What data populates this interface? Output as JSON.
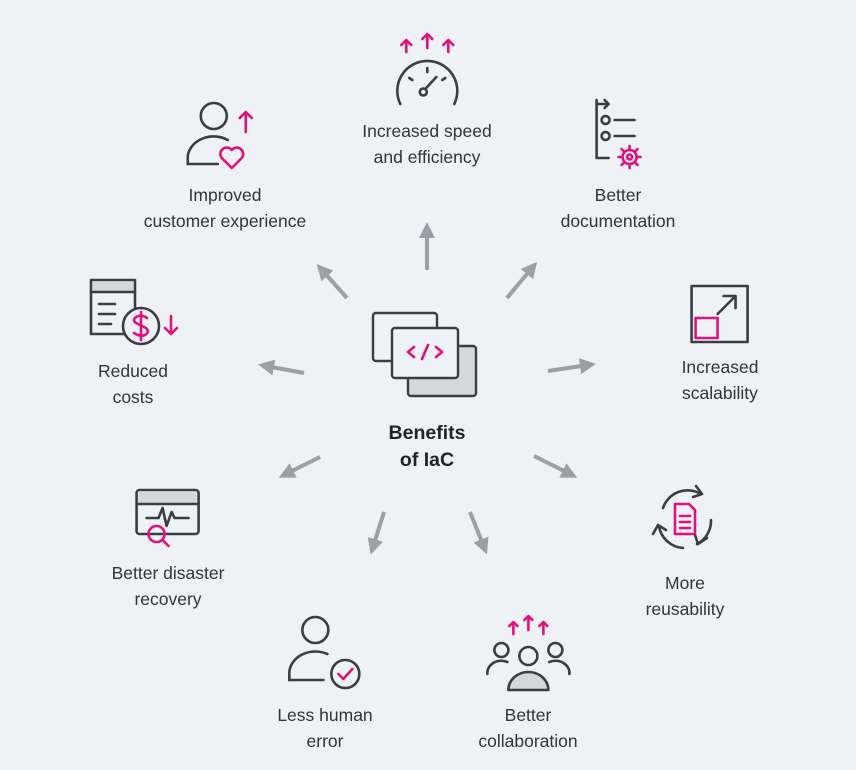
{
  "title": [
    "Benefits",
    "of IaC"
  ],
  "benefits": [
    {
      "id": "speed",
      "lines": [
        "Increased speed",
        "and efficiency"
      ],
      "icon": "speedometer-icon"
    },
    {
      "id": "documentation",
      "lines": [
        "Better",
        "documentation"
      ],
      "icon": "checklist-gear-icon"
    },
    {
      "id": "scalability",
      "lines": [
        "Increased",
        "scalability"
      ],
      "icon": "expand-icon"
    },
    {
      "id": "reusability",
      "lines": [
        "More",
        "reusability"
      ],
      "icon": "recycle-document-icon"
    },
    {
      "id": "collaboration",
      "lines": [
        "Better",
        "collaboration"
      ],
      "icon": "team-icon"
    },
    {
      "id": "human-error",
      "lines": [
        "Less human",
        "error"
      ],
      "icon": "user-check-icon"
    },
    {
      "id": "disaster-recovery",
      "lines": [
        "Better disaster",
        "recovery"
      ],
      "icon": "monitor-search-icon"
    },
    {
      "id": "costs",
      "lines": [
        "Reduced",
        "costs"
      ],
      "icon": "document-dollar-icon"
    },
    {
      "id": "customer-experience",
      "lines": [
        "Improved",
        "customer experience"
      ],
      "icon": "user-heart-icon"
    }
  ],
  "colors": {
    "accent": "#e2117a",
    "ink": "#3a3d44",
    "arrow": "#9a9fa8",
    "background": "#eef1f5"
  }
}
